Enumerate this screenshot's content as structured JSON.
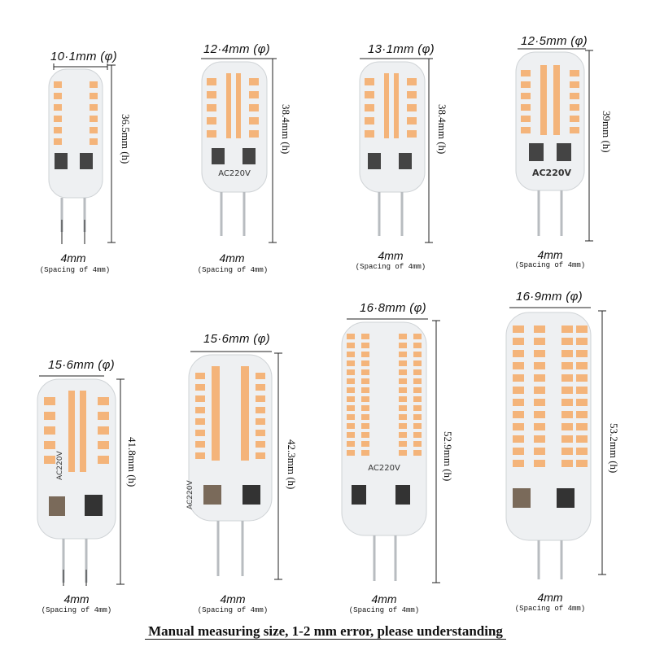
{
  "bulbs": [
    {
      "diameter": "10·1mm (φ)",
      "height": "36.5mm (h)",
      "spacing": "4mm",
      "spacing_note": "(Spacing of 4mm)",
      "leds": "2 columns"
    },
    {
      "diameter": "12·4mm (φ)",
      "height": "38.4mm (h)",
      "spacing": "4mm",
      "spacing_note": "(Spacing of 4mm)",
      "marking": "AC220V"
    },
    {
      "diameter": "13·1mm (φ)",
      "height": "38.4mm (h)",
      "spacing": "4mm",
      "spacing_note": "(Spacing of 4mm)"
    },
    {
      "diameter": "12·5mm (φ)",
      "height": "39mm (h)",
      "spacing": "4mm",
      "spacing_note": "(Spacing of 4mm)",
      "marking": "AC220V"
    },
    {
      "diameter": "15·6mm (φ)",
      "height": "41.8mm (h)",
      "spacing": "4mm",
      "spacing_note": "(Spacing of 4mm)",
      "marking": "AC220V"
    },
    {
      "diameter": "15·6mm (φ)",
      "height": "42.3mm (h)",
      "spacing": "4mm",
      "spacing_note": "(Spacing of 4mm)",
      "marking": "AC220V"
    },
    {
      "diameter": "16·8mm (φ)",
      "height": "52.9mm (h)",
      "spacing": "4mm",
      "spacing_note": "(Spacing of 4mm)",
      "marking": "AC220V"
    },
    {
      "diameter": "16·9mm (φ)",
      "height": "53.2mm (h)",
      "spacing": "4mm",
      "spacing_note": "(Spacing of 4mm)"
    }
  ],
  "caption": "Manual measuring size, 1-2 mm error, please understanding",
  "colors": {
    "led": "#f4b47a",
    "silicone": "#eef0f2",
    "pin": "#b8bcc0",
    "line": "#222222"
  }
}
